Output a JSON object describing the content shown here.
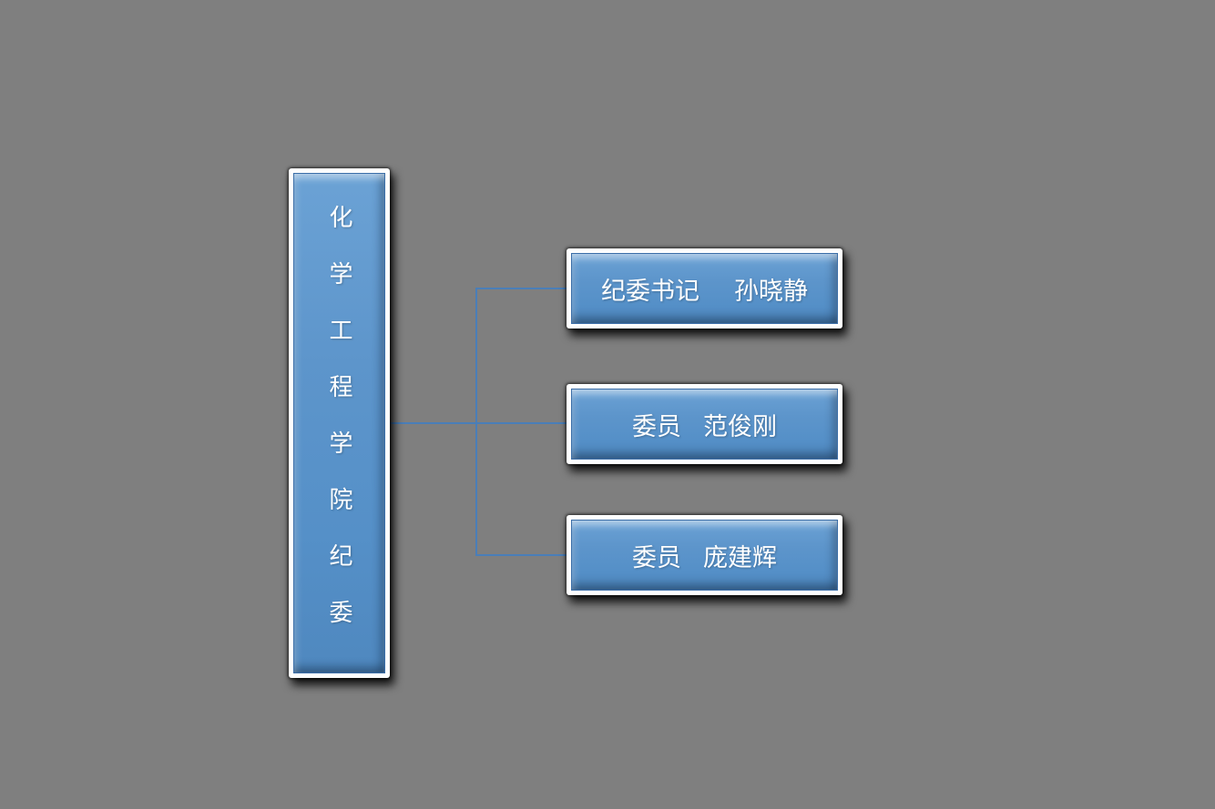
{
  "canvas": {
    "background_color": "#7f7f7f"
  },
  "palette": {
    "node_fill": "#5b93ca",
    "node_fill_highlight": "#6ba2d5",
    "node_fill_shade": "#4f88bf",
    "node_outline": "#3b6ea8",
    "node_frame": "#ffffff",
    "node_shadow": "#000000",
    "connector_color": "#4a7eb8",
    "text_color": "#ffffff"
  },
  "org_chart": {
    "type": "organization-chart",
    "root": {
      "label": "化学工程学院纪委"
    },
    "members": [
      {
        "role": "纪委书记",
        "name": "孙晓静"
      },
      {
        "role": "委员",
        "name": "范俊刚"
      },
      {
        "role": "委员",
        "name": "庞建辉"
      }
    ]
  }
}
